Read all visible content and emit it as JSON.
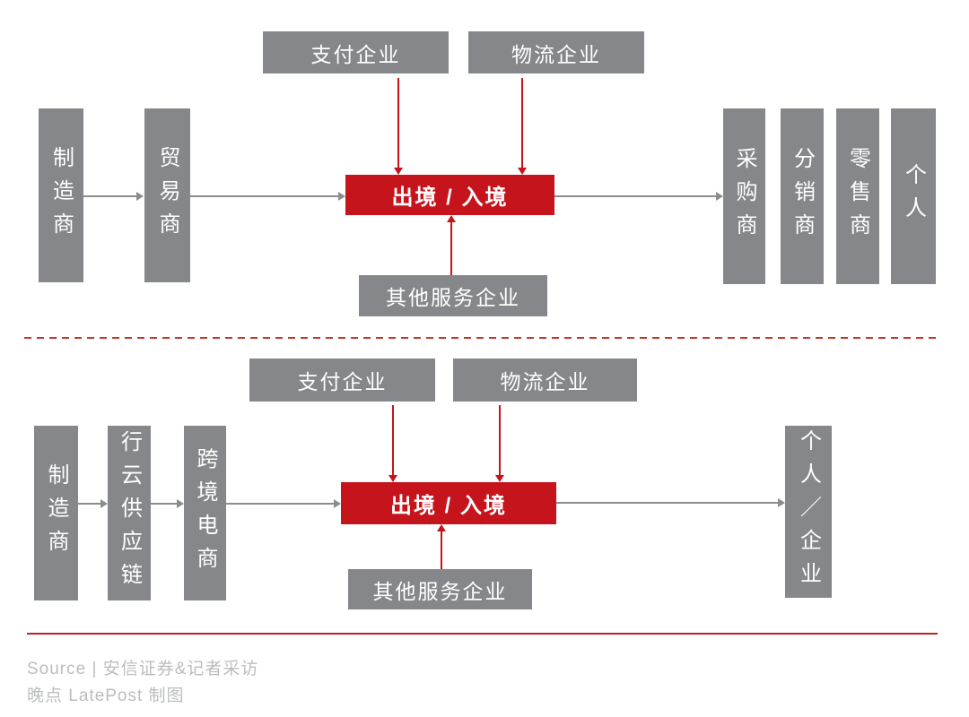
{
  "colors": {
    "box_gray": "#85878A",
    "accent_red": "#C6141C",
    "arrow_gray": "#8A8C8F",
    "divider_red": "#C0392B",
    "footer_line_red": "#BE2026",
    "footer_text_gray": "#BBBDBF"
  },
  "top": {
    "payment": "支付企业",
    "logistics": "物流企业",
    "manufacturer": "制造商",
    "trader": "贸易商",
    "border": "出境 / 入境",
    "other_services": "其他服务企业",
    "purchaser": "采购商",
    "distributor": "分销商",
    "retailer": "零售商",
    "individual": "个人"
  },
  "bottom": {
    "payment": "支付企业",
    "logistics": "物流企业",
    "manufacturer": "制造商",
    "xingyun_supply_chain": "行云供应链",
    "cross_border_ecommerce": "跨境电商",
    "border": "出境 / 入境",
    "other_services": "其他服务企业",
    "individual_enterprise": "个人／企业"
  },
  "footer": {
    "source": "Source | 安信证券&记者采访",
    "credit": "晚点 LatePost 制图"
  }
}
